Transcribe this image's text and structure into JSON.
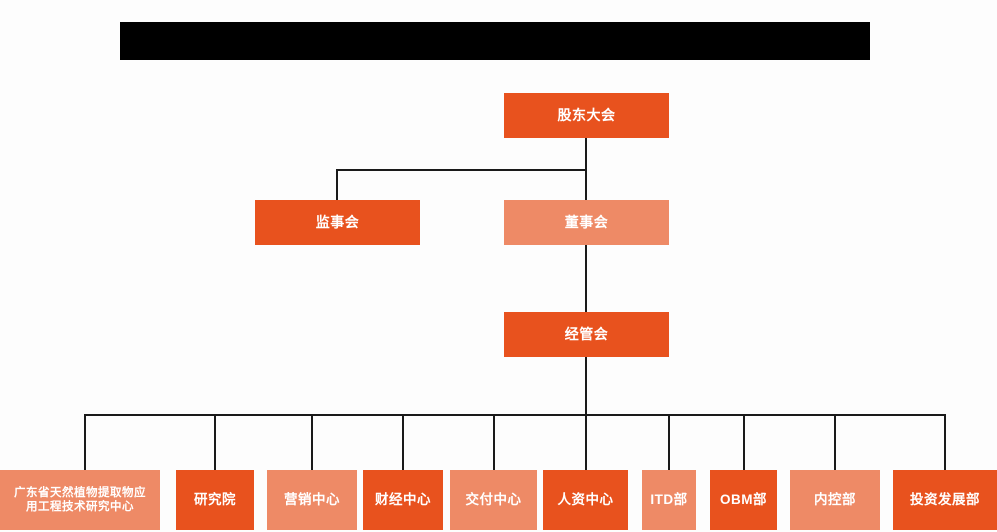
{
  "document": {
    "type": "organization-chart",
    "background_color": "#fdfdfd",
    "banner": {
      "label": "",
      "color": "#000000"
    }
  },
  "palette": {
    "dark_orange": "#e8521e",
    "light_orange": "#ee8a66",
    "line_color": "#1a1a1a",
    "text_color": "#ffffff"
  },
  "nodes": {
    "shareholders_meeting": {
      "label": "股东大会",
      "tone": "dark"
    },
    "supervisory_board": {
      "label": "监事会",
      "tone": "dark"
    },
    "board_of_directors": {
      "label": "董事会",
      "tone": "light"
    },
    "management_committee": {
      "label": "经管会",
      "tone": "dark"
    }
  },
  "departments": [
    {
      "label": "广东省天然植物提取物应用工程技术研究中心",
      "line1": "广东省天然植物提取物应",
      "line2": "用工程技术研究中心",
      "tone": "light",
      "multiline": true
    },
    {
      "label": "研究院",
      "tone": "dark"
    },
    {
      "label": "营销中心",
      "tone": "light"
    },
    {
      "label": "财经中心",
      "tone": "dark"
    },
    {
      "label": "交付中心",
      "tone": "light"
    },
    {
      "label": "人资中心",
      "tone": "dark"
    },
    {
      "label": "ITD部",
      "tone": "light"
    },
    {
      "label": "OBM部",
      "tone": "dark"
    },
    {
      "label": "内控部",
      "tone": "light"
    },
    {
      "label": "投资发展部",
      "tone": "dark"
    }
  ]
}
